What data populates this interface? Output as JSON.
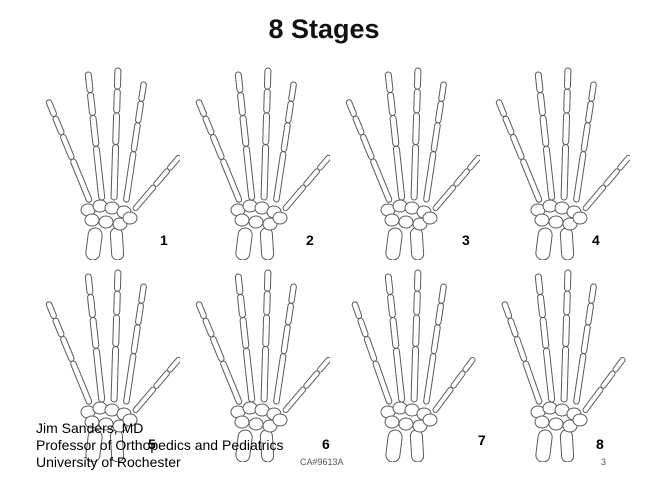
{
  "slide": {
    "title": "8 Stages",
    "stages": [
      {
        "label": "1"
      },
      {
        "label": "2"
      },
      {
        "label": "3"
      },
      {
        "label": "4"
      },
      {
        "label": "5"
      },
      {
        "label": "6"
      },
      {
        "label": "7"
      },
      {
        "label": "8"
      }
    ],
    "credits": {
      "line1": "Jim Sanders, MD",
      "line2": "Professor of Orthopedics and Pediatrics",
      "line3": "University of Rochester"
    },
    "reference": "CA#9613A",
    "page_number": "3"
  },
  "colors": {
    "stroke": "#5a5a5a",
    "text": "#000000"
  },
  "icons": [
    "hand-skeleton-icon"
  ]
}
